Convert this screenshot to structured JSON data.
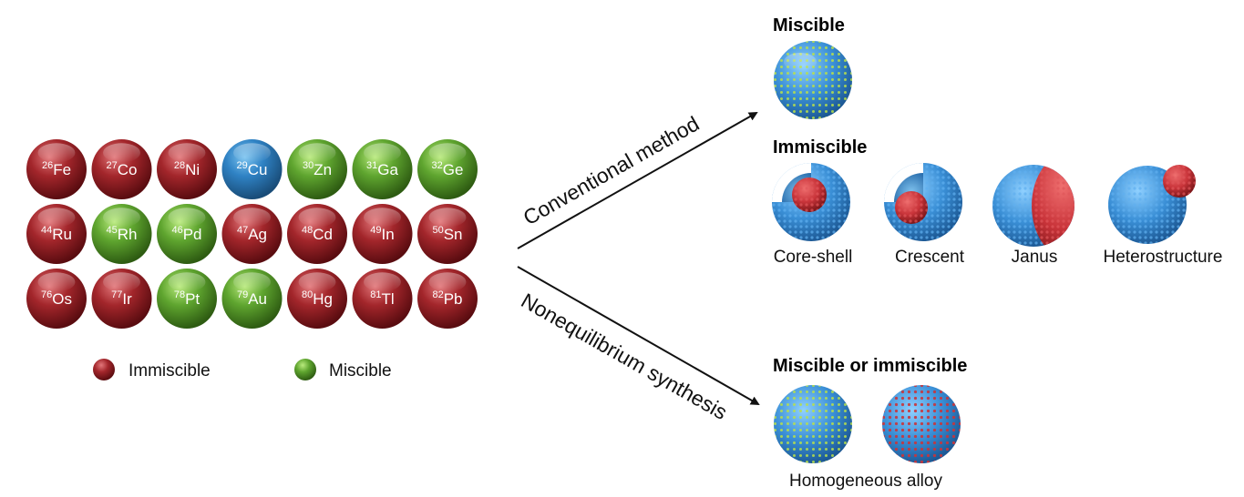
{
  "elements": [
    {
      "number": "26",
      "symbol": "Fe",
      "status": "immiscible"
    },
    {
      "number": "27",
      "symbol": "Co",
      "status": "immiscible"
    },
    {
      "number": "28",
      "symbol": "Ni",
      "status": "immiscible"
    },
    {
      "number": "29",
      "symbol": "Cu",
      "status": "host"
    },
    {
      "number": "30",
      "symbol": "Zn",
      "status": "miscible"
    },
    {
      "number": "31",
      "symbol": "Ga",
      "status": "miscible"
    },
    {
      "number": "32",
      "symbol": "Ge",
      "status": "miscible"
    },
    {
      "number": "44",
      "symbol": "Ru",
      "status": "immiscible"
    },
    {
      "number": "45",
      "symbol": "Rh",
      "status": "miscible"
    },
    {
      "number": "46",
      "symbol": "Pd",
      "status": "miscible"
    },
    {
      "number": "47",
      "symbol": "Ag",
      "status": "immiscible"
    },
    {
      "number": "48",
      "symbol": "Cd",
      "status": "immiscible"
    },
    {
      "number": "49",
      "symbol": "In",
      "status": "immiscible"
    },
    {
      "number": "50",
      "symbol": "Sn",
      "status": "immiscible"
    },
    {
      "number": "76",
      "symbol": "Os",
      "status": "immiscible"
    },
    {
      "number": "77",
      "symbol": "Ir",
      "status": "immiscible"
    },
    {
      "number": "78",
      "symbol": "Pt",
      "status": "miscible"
    },
    {
      "number": "79",
      "symbol": "Au",
      "status": "miscible"
    },
    {
      "number": "80",
      "symbol": "Hg",
      "status": "immiscible"
    },
    {
      "number": "81",
      "symbol": "Tl",
      "status": "immiscible"
    },
    {
      "number": "82",
      "symbol": "Pb",
      "status": "immiscible"
    }
  ],
  "colors": {
    "immiscible": "#a3262b",
    "miscible": "#5fa52f",
    "host": "#2f82c4",
    "shell_blue": "#3a8fd6",
    "dot_green": "#b8e04a",
    "dot_red": "#c9343a"
  },
  "legend": {
    "immiscible_label": "Immiscible",
    "miscible_label": "Miscible"
  },
  "arrows": {
    "upper_label": "Conventional method",
    "lower_label": "Nonequilibrium synthesis"
  },
  "outcomes": {
    "miscible_heading": "Miscible",
    "immiscible_heading": "Immiscible",
    "structures": [
      "Core-shell",
      "Crescent",
      "Janus",
      "Heterostructure"
    ],
    "either_heading": "Miscible or immiscible",
    "alloy_caption": "Homogeneous alloy"
  }
}
